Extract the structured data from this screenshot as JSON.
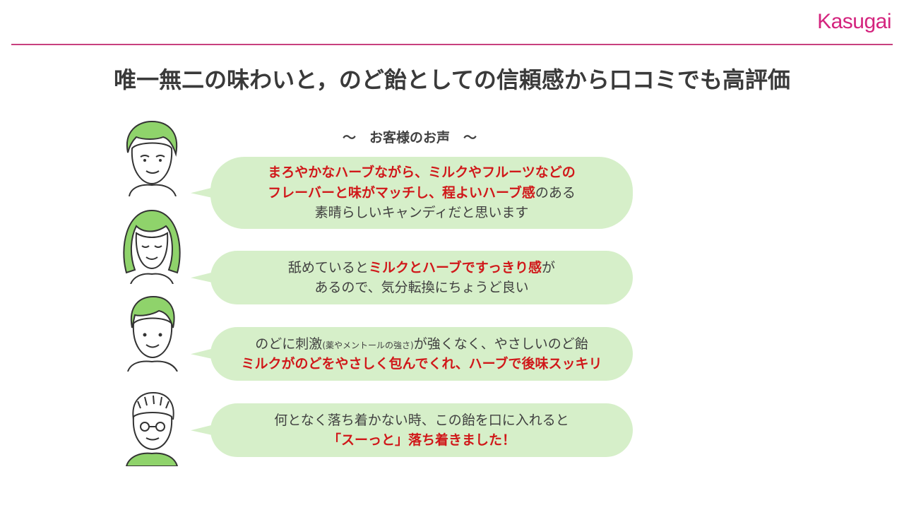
{
  "brand": {
    "logo_k": "K",
    "logo_rest": "asugai",
    "primary_color": "#c8407f"
  },
  "title": "唯一無二の味わいと，のど飴としての信頼感から口コミでも高評価",
  "subtitle": "～　お客様のお声　～",
  "colors": {
    "bubble": "#d6efc9",
    "highlight": "#d0181a",
    "accent_green": "#8fd36b"
  },
  "testimonials": [
    {
      "avatar": "older-woman-icon",
      "lines": [
        [
          {
            "text": "まろやかなハーブながら、ミルクやフルーツなどの",
            "highlight": true
          }
        ],
        [
          {
            "text": "フレーバーと味がマッチし、程よいハーブ感",
            "highlight": true
          },
          {
            "text": "のある",
            "highlight": false
          }
        ],
        [
          {
            "text": "素晴らしいキャンディだと思います",
            "highlight": false
          }
        ]
      ]
    },
    {
      "avatar": "young-woman-icon",
      "lines": [
        [
          {
            "text": "舐めていると",
            "highlight": false
          },
          {
            "text": "ミルクとハーブですっきり感",
            "highlight": true
          },
          {
            "text": "が",
            "highlight": false
          }
        ],
        [
          {
            "text": "あるので、気分転換にちょうど良い",
            "highlight": false
          }
        ]
      ]
    },
    {
      "avatar": "young-man-icon",
      "lines": [
        [
          {
            "text": "のどに刺激",
            "highlight": false
          },
          {
            "text": "(薬やメントールの強さ)",
            "highlight": false,
            "small": true
          },
          {
            "text": "が強くなく、やさしいのど飴",
            "highlight": false
          }
        ],
        [
          {
            "text": "ミルクがのどをやさしく包んでくれ、ハーブで後味スッキリ",
            "highlight": true
          }
        ]
      ]
    },
    {
      "avatar": "older-man-icon",
      "lines": [
        [
          {
            "text": "何となく落ち着かない時、この飴を口に入れると",
            "highlight": false
          }
        ],
        [
          {
            "text": "「スーっと」落ち着きました！",
            "highlight": true
          }
        ]
      ]
    }
  ]
}
